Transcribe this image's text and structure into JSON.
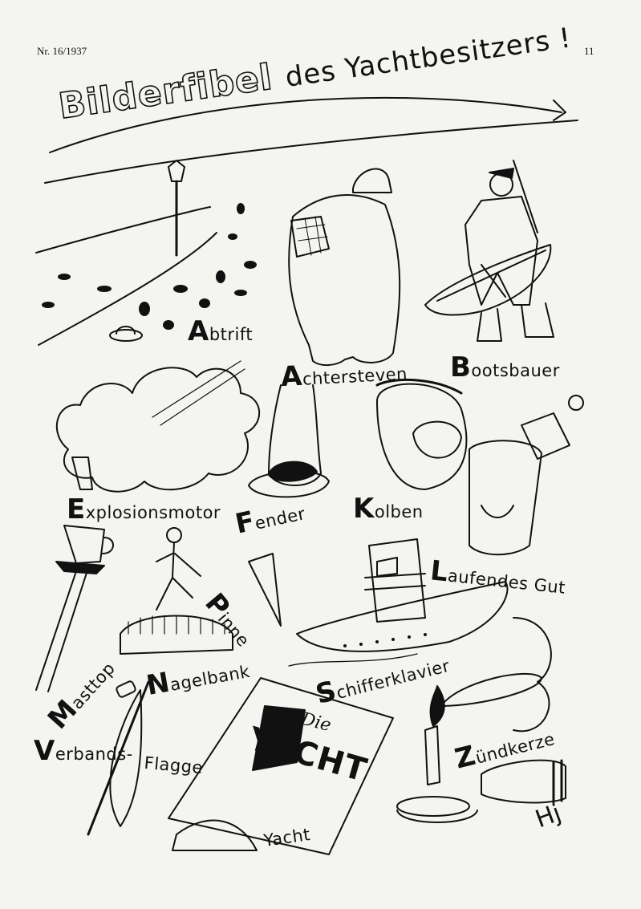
{
  "header": {
    "issue": "Nr. 16/1937",
    "page": "11"
  },
  "title": {
    "first": "Bilderfibel",
    "rest": "des Yachtbesitzers !"
  },
  "labels": [
    {
      "cap": "A",
      "rest": "btrift"
    },
    {
      "cap": "A",
      "rest": "chtersteven"
    },
    {
      "cap": "B",
      "rest": "ootsbauer"
    },
    {
      "cap": "E",
      "rest": "xplosionsmotor"
    },
    {
      "cap": "F",
      "rest": "ender"
    },
    {
      "cap": "K",
      "rest": "olben"
    },
    {
      "cap": "L",
      "rest": "aufendes Gut"
    },
    {
      "cap": "P",
      "rest": "inne"
    },
    {
      "cap": "M",
      "rest": "asttop"
    },
    {
      "cap": "N",
      "rest": "agelbank"
    },
    {
      "cap": "S",
      "rest": "chifferklavier"
    },
    {
      "cap": "V",
      "rest": "erbands-"
    },
    {
      "cap": "",
      "rest": "Flagge"
    },
    {
      "cap": "Z",
      "rest": "ündkerze"
    },
    {
      "cap": "",
      "rest": "Yacht"
    }
  ],
  "magazine": {
    "die": "Die",
    "name": "YACHT"
  },
  "signature": "Hj"
}
